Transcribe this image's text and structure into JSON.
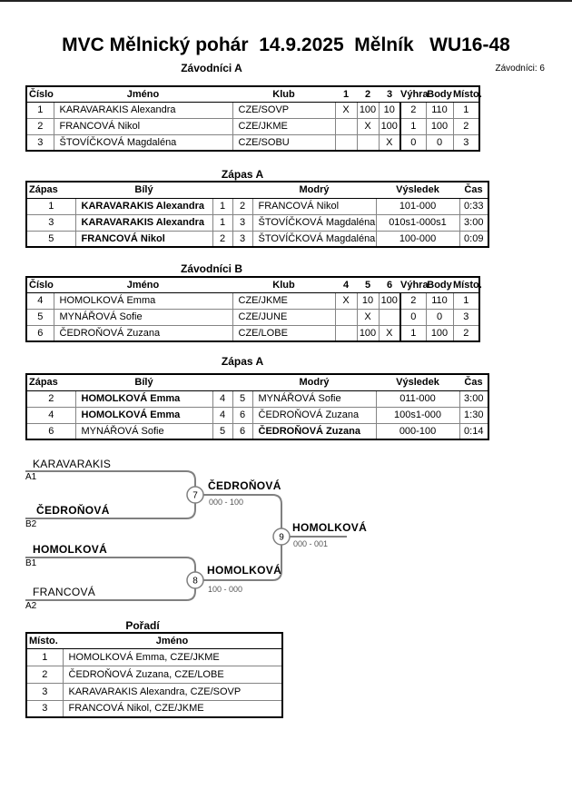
{
  "page": {
    "title": "MVC Mělnický pohár  14.9.2025  Mělník   WU16-48",
    "competitors_note": "Závodníci: 6"
  },
  "zavodnici_a": {
    "title": "Závodníci A",
    "headers": {
      "cislo": "Číslo",
      "jmeno": "Jméno",
      "klub": "Klub",
      "n1": "1",
      "n2": "2",
      "n3": "3",
      "vyhra": "Výhra",
      "body": "Body",
      "misto": "Místo."
    },
    "rows": [
      {
        "cislo": "1",
        "jmeno": "KARAVARAKIS Alexandra",
        "klub": "CZE/SOVP",
        "n1": "X",
        "n2": "100",
        "n3": "10",
        "vyhra": "2",
        "body": "110",
        "misto": "1"
      },
      {
        "cislo": "2",
        "jmeno": "FRANCOVÁ Nikol",
        "klub": "CZE/JKME",
        "n1": "",
        "n2": "X",
        "n3": "100",
        "vyhra": "1",
        "body": "100",
        "misto": "2"
      },
      {
        "cislo": "3",
        "jmeno": "ŠTOVÍČKOVÁ Magdaléna",
        "klub": "CZE/SOBU",
        "n1": "",
        "n2": "",
        "n3": "X",
        "vyhra": "0",
        "body": "0",
        "misto": "3"
      }
    ]
  },
  "zapas_a": {
    "title": "Zápas A",
    "headers": {
      "zapas": "Zápas",
      "bily": "Bílý",
      "modry": "Modrý",
      "vysledek": "Výsledek",
      "cas": "Čas"
    },
    "rows": [
      {
        "zapas": "1",
        "bily": "KARAVARAKIS Alexandra",
        "n1": "1",
        "n2": "2",
        "modry": "FRANCOVÁ Nikol",
        "vysledek": "101-000",
        "cas": "0:33",
        "winner": "white"
      },
      {
        "zapas": "3",
        "bily": "KARAVARAKIS Alexandra",
        "n1": "1",
        "n2": "3",
        "modry": "ŠTOVÍČKOVÁ Magdaléna",
        "vysledek": "010s1-000s1",
        "cas": "3:00",
        "winner": "white"
      },
      {
        "zapas": "5",
        "bily": "FRANCOVÁ Nikol",
        "n1": "2",
        "n2": "3",
        "modry": "ŠTOVÍČKOVÁ Magdaléna",
        "vysledek": "100-000",
        "cas": "0:09",
        "winner": "white"
      }
    ]
  },
  "zavodnici_b": {
    "title": "Závodníci B",
    "headers": {
      "cislo": "Číslo",
      "jmeno": "Jméno",
      "klub": "Klub",
      "n1": "4",
      "n2": "5",
      "n3": "6",
      "vyhra": "Výhra",
      "body": "Body",
      "misto": "Místo."
    },
    "rows": [
      {
        "cislo": "4",
        "jmeno": "HOMOLKOVÁ Emma",
        "klub": "CZE/JKME",
        "n1": "X",
        "n2": "10",
        "n3": "100",
        "vyhra": "2",
        "body": "110",
        "misto": "1"
      },
      {
        "cislo": "5",
        "jmeno": "MYNÁŘOVÁ Sofie",
        "klub": "CZE/JUNE",
        "n1": "",
        "n2": "X",
        "n3": "",
        "vyhra": "0",
        "body": "0",
        "misto": "3"
      },
      {
        "cislo": "6",
        "jmeno": "ČEDROŇOVÁ Zuzana",
        "klub": "CZE/LOBE",
        "n1": "",
        "n2": "100",
        "n3": "X",
        "vyhra": "1",
        "body": "100",
        "misto": "2"
      }
    ]
  },
  "zapas_b": {
    "title": "Zápas A",
    "headers": {
      "zapas": "Zápas",
      "bily": "Bílý",
      "modry": "Modrý",
      "vysledek": "Výsledek",
      "cas": "Čas"
    },
    "rows": [
      {
        "zapas": "2",
        "bily": "HOMOLKOVÁ Emma",
        "n1": "4",
        "n2": "5",
        "modry": "MYNÁŘOVÁ Sofie",
        "vysledek": "011-000",
        "cas": "3:00",
        "winner": "white"
      },
      {
        "zapas": "4",
        "bily": "HOMOLKOVÁ Emma",
        "n1": "4",
        "n2": "6",
        "modry": "ČEDROŇOVÁ Zuzana",
        "vysledek": "100s1-000",
        "cas": "1:30",
        "winner": "white"
      },
      {
        "zapas": "6",
        "bily": "MYNÁŘOVÁ Sofie",
        "n1": "5",
        "n2": "6",
        "modry": "ČEDROŇOVÁ Zuzana",
        "vysledek": "000-100",
        "cas": "0:14",
        "winner": "blue"
      }
    ]
  },
  "bracket": {
    "entries": [
      {
        "name": "KARAVARAKIS",
        "seed": "A1"
      },
      {
        "name": "ČEDROŇOVÁ",
        "seed": "B2"
      },
      {
        "name": "HOMOLKOVÁ",
        "seed": "B1"
      },
      {
        "name": "FRANCOVÁ",
        "seed": "A2"
      }
    ],
    "matches": [
      {
        "number": "7",
        "winner": "ČEDROŇOVÁ",
        "score": "000 - 100"
      },
      {
        "number": "8",
        "winner": "HOMOLKOVÁ",
        "score": "100 - 000"
      },
      {
        "number": "9",
        "winner": "HOMOLKOVÁ",
        "score": "000 - 001"
      }
    ],
    "line_color": "#808080"
  },
  "poradi": {
    "title": "Pořadí",
    "headers": {
      "misto": "Místo.",
      "jmeno": "Jméno"
    },
    "rows": [
      {
        "misto": "1",
        "jmeno": "HOMOLKOVÁ Emma, CZE/JKME"
      },
      {
        "misto": "2",
        "jmeno": "ČEDROŇOVÁ Zuzana, CZE/LOBE"
      },
      {
        "misto": "3",
        "jmeno": "KARAVARAKIS Alexandra, CZE/SOVP"
      },
      {
        "misto": "3",
        "jmeno": "FRANCOVÁ Nikol, CZE/JKME"
      }
    ]
  }
}
